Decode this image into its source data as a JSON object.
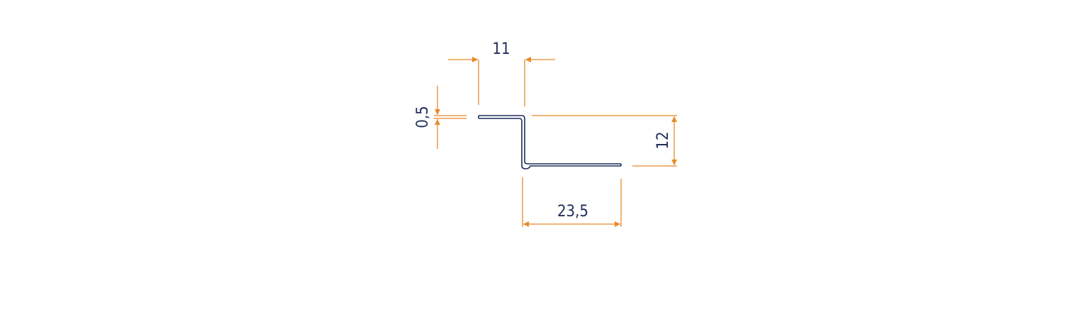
{
  "colors": {
    "profile": "#1f2d5a",
    "dimension": "#e8892a",
    "background": "#ffffff"
  },
  "dimensions": {
    "top_width": "11",
    "thickness": "0,5",
    "height": "12",
    "bottom_width": "23,5"
  }
}
